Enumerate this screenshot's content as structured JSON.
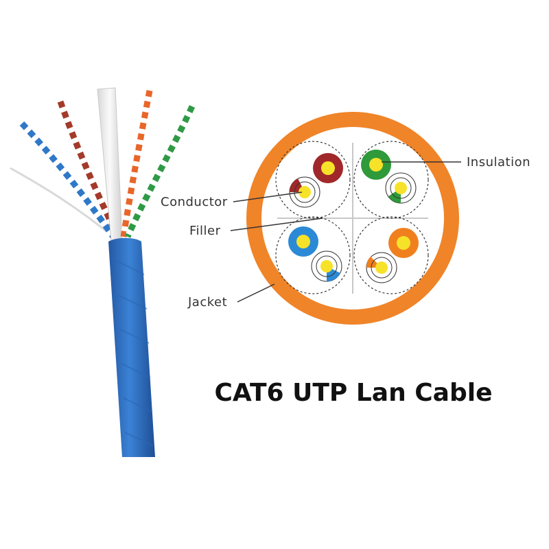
{
  "title": "CAT6 UTP Lan Cable",
  "labels": {
    "insulation": "Insulation",
    "conductor": "Conductor",
    "filler": "Filler",
    "jacket": "Jacket"
  },
  "colors": {
    "jacket_ring": "#f08428",
    "cable_sheath": "#2f6fc0",
    "conductor": "#f7e22a",
    "brown": "#a0282a",
    "green": "#2e9a3a",
    "blue": "#2b8ad6",
    "orange": "#f0801e"
  },
  "pairs": [
    {
      "name": "brown",
      "solid": "brown",
      "stripe": "brown"
    },
    {
      "name": "green",
      "solid": "green",
      "stripe": "green"
    },
    {
      "name": "blue",
      "solid": "blue",
      "stripe": "blue"
    },
    {
      "name": "orange",
      "solid": "orange",
      "stripe": "orange"
    }
  ]
}
